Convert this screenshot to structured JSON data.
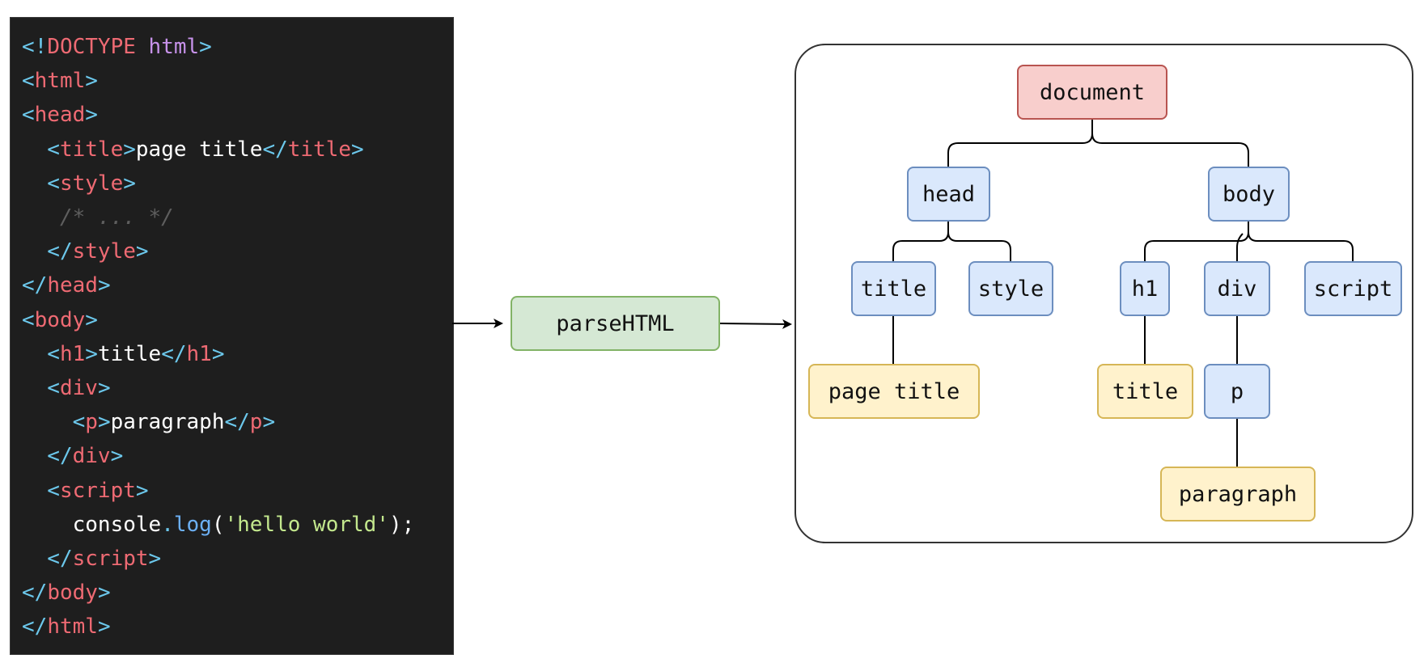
{
  "code_lines": [
    [
      {
        "t": "<!",
        "c": "p"
      },
      {
        "t": "DOCTYPE",
        "c": "t"
      },
      {
        "t": " ",
        "c": "x"
      },
      {
        "t": "html",
        "c": "k"
      },
      {
        "t": ">",
        "c": "p"
      }
    ],
    [
      {
        "t": "<",
        "c": "p"
      },
      {
        "t": "html",
        "c": "t"
      },
      {
        "t": ">",
        "c": "p"
      }
    ],
    [
      {
        "t": "<",
        "c": "p"
      },
      {
        "t": "head",
        "c": "t"
      },
      {
        "t": ">",
        "c": "p"
      }
    ],
    [
      {
        "t": "  <",
        "c": "p"
      },
      {
        "t": "title",
        "c": "t"
      },
      {
        "t": ">",
        "c": "p"
      },
      {
        "t": "page title",
        "c": "x"
      },
      {
        "t": "</",
        "c": "p"
      },
      {
        "t": "title",
        "c": "t"
      },
      {
        "t": ">",
        "c": "p"
      }
    ],
    [
      {
        "t": "  <",
        "c": "p"
      },
      {
        "t": "style",
        "c": "t"
      },
      {
        "t": ">",
        "c": "p"
      }
    ],
    [
      {
        "t": "   /* ... */",
        "c": "c"
      }
    ],
    [
      {
        "t": "  </",
        "c": "p"
      },
      {
        "t": "style",
        "c": "t"
      },
      {
        "t": ">",
        "c": "p"
      }
    ],
    [
      {
        "t": "</",
        "c": "p"
      },
      {
        "t": "head",
        "c": "t"
      },
      {
        "t": ">",
        "c": "p"
      }
    ],
    [
      {
        "t": "<",
        "c": "p"
      },
      {
        "t": "body",
        "c": "t"
      },
      {
        "t": ">",
        "c": "p"
      }
    ],
    [
      {
        "t": "  <",
        "c": "p"
      },
      {
        "t": "h1",
        "c": "t"
      },
      {
        "t": ">",
        "c": "p"
      },
      {
        "t": "title",
        "c": "x"
      },
      {
        "t": "</",
        "c": "p"
      },
      {
        "t": "h1",
        "c": "t"
      },
      {
        "t": ">",
        "c": "p"
      }
    ],
    [
      {
        "t": "  <",
        "c": "p"
      },
      {
        "t": "div",
        "c": "t"
      },
      {
        "t": ">",
        "c": "p"
      }
    ],
    [
      {
        "t": "    <",
        "c": "p"
      },
      {
        "t": "p",
        "c": "t"
      },
      {
        "t": ">",
        "c": "p"
      },
      {
        "t": "paragraph",
        "c": "x"
      },
      {
        "t": "</",
        "c": "p"
      },
      {
        "t": "p",
        "c": "t"
      },
      {
        "t": ">",
        "c": "p"
      }
    ],
    [
      {
        "t": "  </",
        "c": "p"
      },
      {
        "t": "div",
        "c": "t"
      },
      {
        "t": ">",
        "c": "p"
      }
    ],
    [
      {
        "t": "  <",
        "c": "p"
      },
      {
        "t": "script",
        "c": "t"
      },
      {
        "t": ">",
        "c": "p"
      }
    ],
    [
      {
        "t": "    console",
        "c": "x"
      },
      {
        "t": ".",
        "c": "p"
      },
      {
        "t": "log",
        "c": "m"
      },
      {
        "t": "(",
        "c": "x"
      },
      {
        "t": "'hello world'",
        "c": "s"
      },
      {
        "t": ");",
        "c": "x"
      }
    ],
    [
      {
        "t": "  </",
        "c": "p"
      },
      {
        "t": "script",
        "c": "t"
      },
      {
        "t": ">",
        "c": "p"
      }
    ],
    [
      {
        "t": "</",
        "c": "p"
      },
      {
        "t": "body",
        "c": "t"
      },
      {
        "t": ">",
        "c": "p"
      }
    ],
    [
      {
        "t": "</",
        "c": "p"
      },
      {
        "t": "html",
        "c": "t"
      },
      {
        "t": ">",
        "c": "p"
      }
    ]
  ],
  "syntax_colors": {
    "punctuation": "#6cc8ec",
    "tag": "#ee6a73",
    "keyword": "#c792ea",
    "comment": "#5e5e5e",
    "method": "#6cb0f5",
    "string": "#c3e88d",
    "text": "#ffffff",
    "background": "#1e1e1e"
  },
  "process": {
    "label": "parseHTML"
  },
  "tree": {
    "document": "document",
    "head": "head",
    "body": "body",
    "title": "title",
    "style": "style",
    "h1": "h1",
    "div": "div",
    "script": "script",
    "page_title_text": "page title",
    "h1_text": "title",
    "p": "p",
    "paragraph_text": "paragraph"
  },
  "node_colors": {
    "root": "#f8cecc",
    "element": "#dae8fc",
    "text": "#fff2cc",
    "process": "#d5e8d4"
  }
}
